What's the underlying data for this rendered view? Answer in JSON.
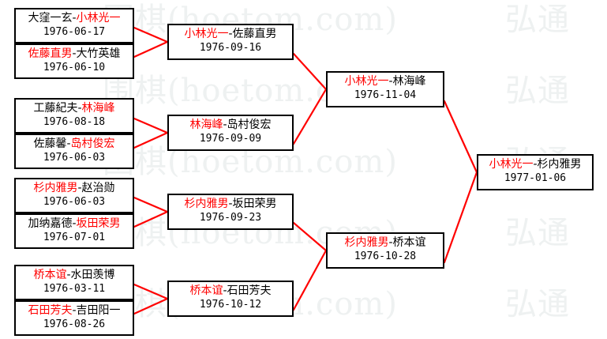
{
  "diagram": {
    "kind": "tournament-bracket",
    "accent_color": "#ff0000",
    "line_color": "#ff0000",
    "box_border_color": "#000000",
    "background": "#ffffff"
  },
  "watermark": {
    "text": "围棋(hoetom.com)",
    "text_right": "弘通",
    "color": "#eef1f1"
  },
  "rounds": [
    {
      "name": "round-1",
      "matches": [
        {
          "winner": "小林光一",
          "loser": "大窪一玄",
          "winner_first": false,
          "date": "1976-06-17"
        },
        {
          "winner": "佐藤直男",
          "loser": "大竹英雄",
          "winner_first": true,
          "date": "1976-06-10"
        },
        {
          "winner": "林海峰",
          "loser": "工藤紀夫",
          "winner_first": false,
          "date": "1976-08-18"
        },
        {
          "winner": "岛村俊宏",
          "loser": "佐藤馨",
          "winner_first": false,
          "date": "1976-06-03"
        },
        {
          "winner": "杉内雅男",
          "loser": "赵治勋",
          "winner_first": true,
          "date": "1976-06-03"
        },
        {
          "winner": "坂田荣男",
          "loser": "加纳嘉德",
          "winner_first": false,
          "date": "1976-07-01"
        },
        {
          "winner": "桥本谊",
          "loser": "水田羡博",
          "winner_first": true,
          "date": "1976-03-11"
        },
        {
          "winner": "石田芳夫",
          "loser": "吉田阳一",
          "winner_first": true,
          "date": "1976-08-26"
        }
      ]
    },
    {
      "name": "round-2",
      "matches": [
        {
          "winner": "小林光一",
          "loser": "佐藤直男",
          "winner_first": true,
          "date": "1976-09-16"
        },
        {
          "winner": "林海峰",
          "loser": "岛村俊宏",
          "winner_first": true,
          "date": "1976-09-09"
        },
        {
          "winner": "杉内雅男",
          "loser": "坂田荣男",
          "winner_first": true,
          "date": "1976-09-23"
        },
        {
          "winner": "桥本谊",
          "loser": "石田芳夫",
          "winner_first": true,
          "date": "1976-10-12"
        }
      ]
    },
    {
      "name": "semi-final",
      "matches": [
        {
          "winner": "小林光一",
          "loser": "林海峰",
          "winner_first": true,
          "date": "1976-11-04"
        },
        {
          "winner": "杉内雅男",
          "loser": "桥本谊",
          "winner_first": true,
          "date": "1976-10-28"
        }
      ]
    },
    {
      "name": "final",
      "matches": [
        {
          "winner": "小林光一",
          "loser": "杉内雅男",
          "winner_first": true,
          "date": "1977-01-06"
        }
      ]
    }
  ],
  "boxes": {
    "r1m1": {
      "left": "大窪一玄",
      "left_class": "l",
      "right": "小林光一",
      "right_class": "w",
      "date": "1976-06-17"
    },
    "r1m2": {
      "left": "佐藤直男",
      "left_class": "w",
      "right": "大竹英雄",
      "right_class": "l",
      "date": "1976-06-10"
    },
    "r1m3": {
      "left": "工藤紀夫",
      "left_class": "l",
      "right": "林海峰",
      "right_class": "w",
      "date": "1976-08-18"
    },
    "r1m4": {
      "left": "佐藤馨",
      "left_class": "l",
      "right": "岛村俊宏",
      "right_class": "w",
      "date": "1976-06-03"
    },
    "r1m5": {
      "left": "杉内雅男",
      "left_class": "w",
      "right": "赵治勋",
      "right_class": "l",
      "date": "1976-06-03"
    },
    "r1m6": {
      "left": "加纳嘉德",
      "left_class": "l",
      "right": "坂田荣男",
      "right_class": "w",
      "date": "1976-07-01"
    },
    "r1m7": {
      "left": "桥本谊",
      "left_class": "w",
      "right": "水田羡博",
      "right_class": "l",
      "date": "1976-03-11"
    },
    "r1m8": {
      "left": "石田芳夫",
      "left_class": "w",
      "right": "吉田阳一",
      "right_class": "l",
      "date": "1976-08-26"
    },
    "r2m1": {
      "left": "小林光一",
      "left_class": "w",
      "right": "佐藤直男",
      "right_class": "l",
      "date": "1976-09-16"
    },
    "r2m2": {
      "left": "林海峰",
      "left_class": "w",
      "right": "岛村俊宏",
      "right_class": "l",
      "date": "1976-09-09"
    },
    "r2m3": {
      "left": "杉内雅男",
      "left_class": "w",
      "right": "坂田荣男",
      "right_class": "l",
      "date": "1976-09-23"
    },
    "r2m4": {
      "left": "桥本谊",
      "left_class": "w",
      "right": "石田芳夫",
      "right_class": "l",
      "date": "1976-10-12"
    },
    "sf1": {
      "left": "小林光一",
      "left_class": "w",
      "right": "林海峰",
      "right_class": "l",
      "date": "1976-11-04"
    },
    "sf2": {
      "left": "杉内雅男",
      "left_class": "w",
      "right": "桥本谊",
      "right_class": "l",
      "date": "1976-10-28"
    },
    "final": {
      "left": "小林光一",
      "left_class": "w",
      "right": "杉内雅男",
      "right_class": "l",
      "date": "1977-01-06"
    }
  },
  "separator": "-"
}
